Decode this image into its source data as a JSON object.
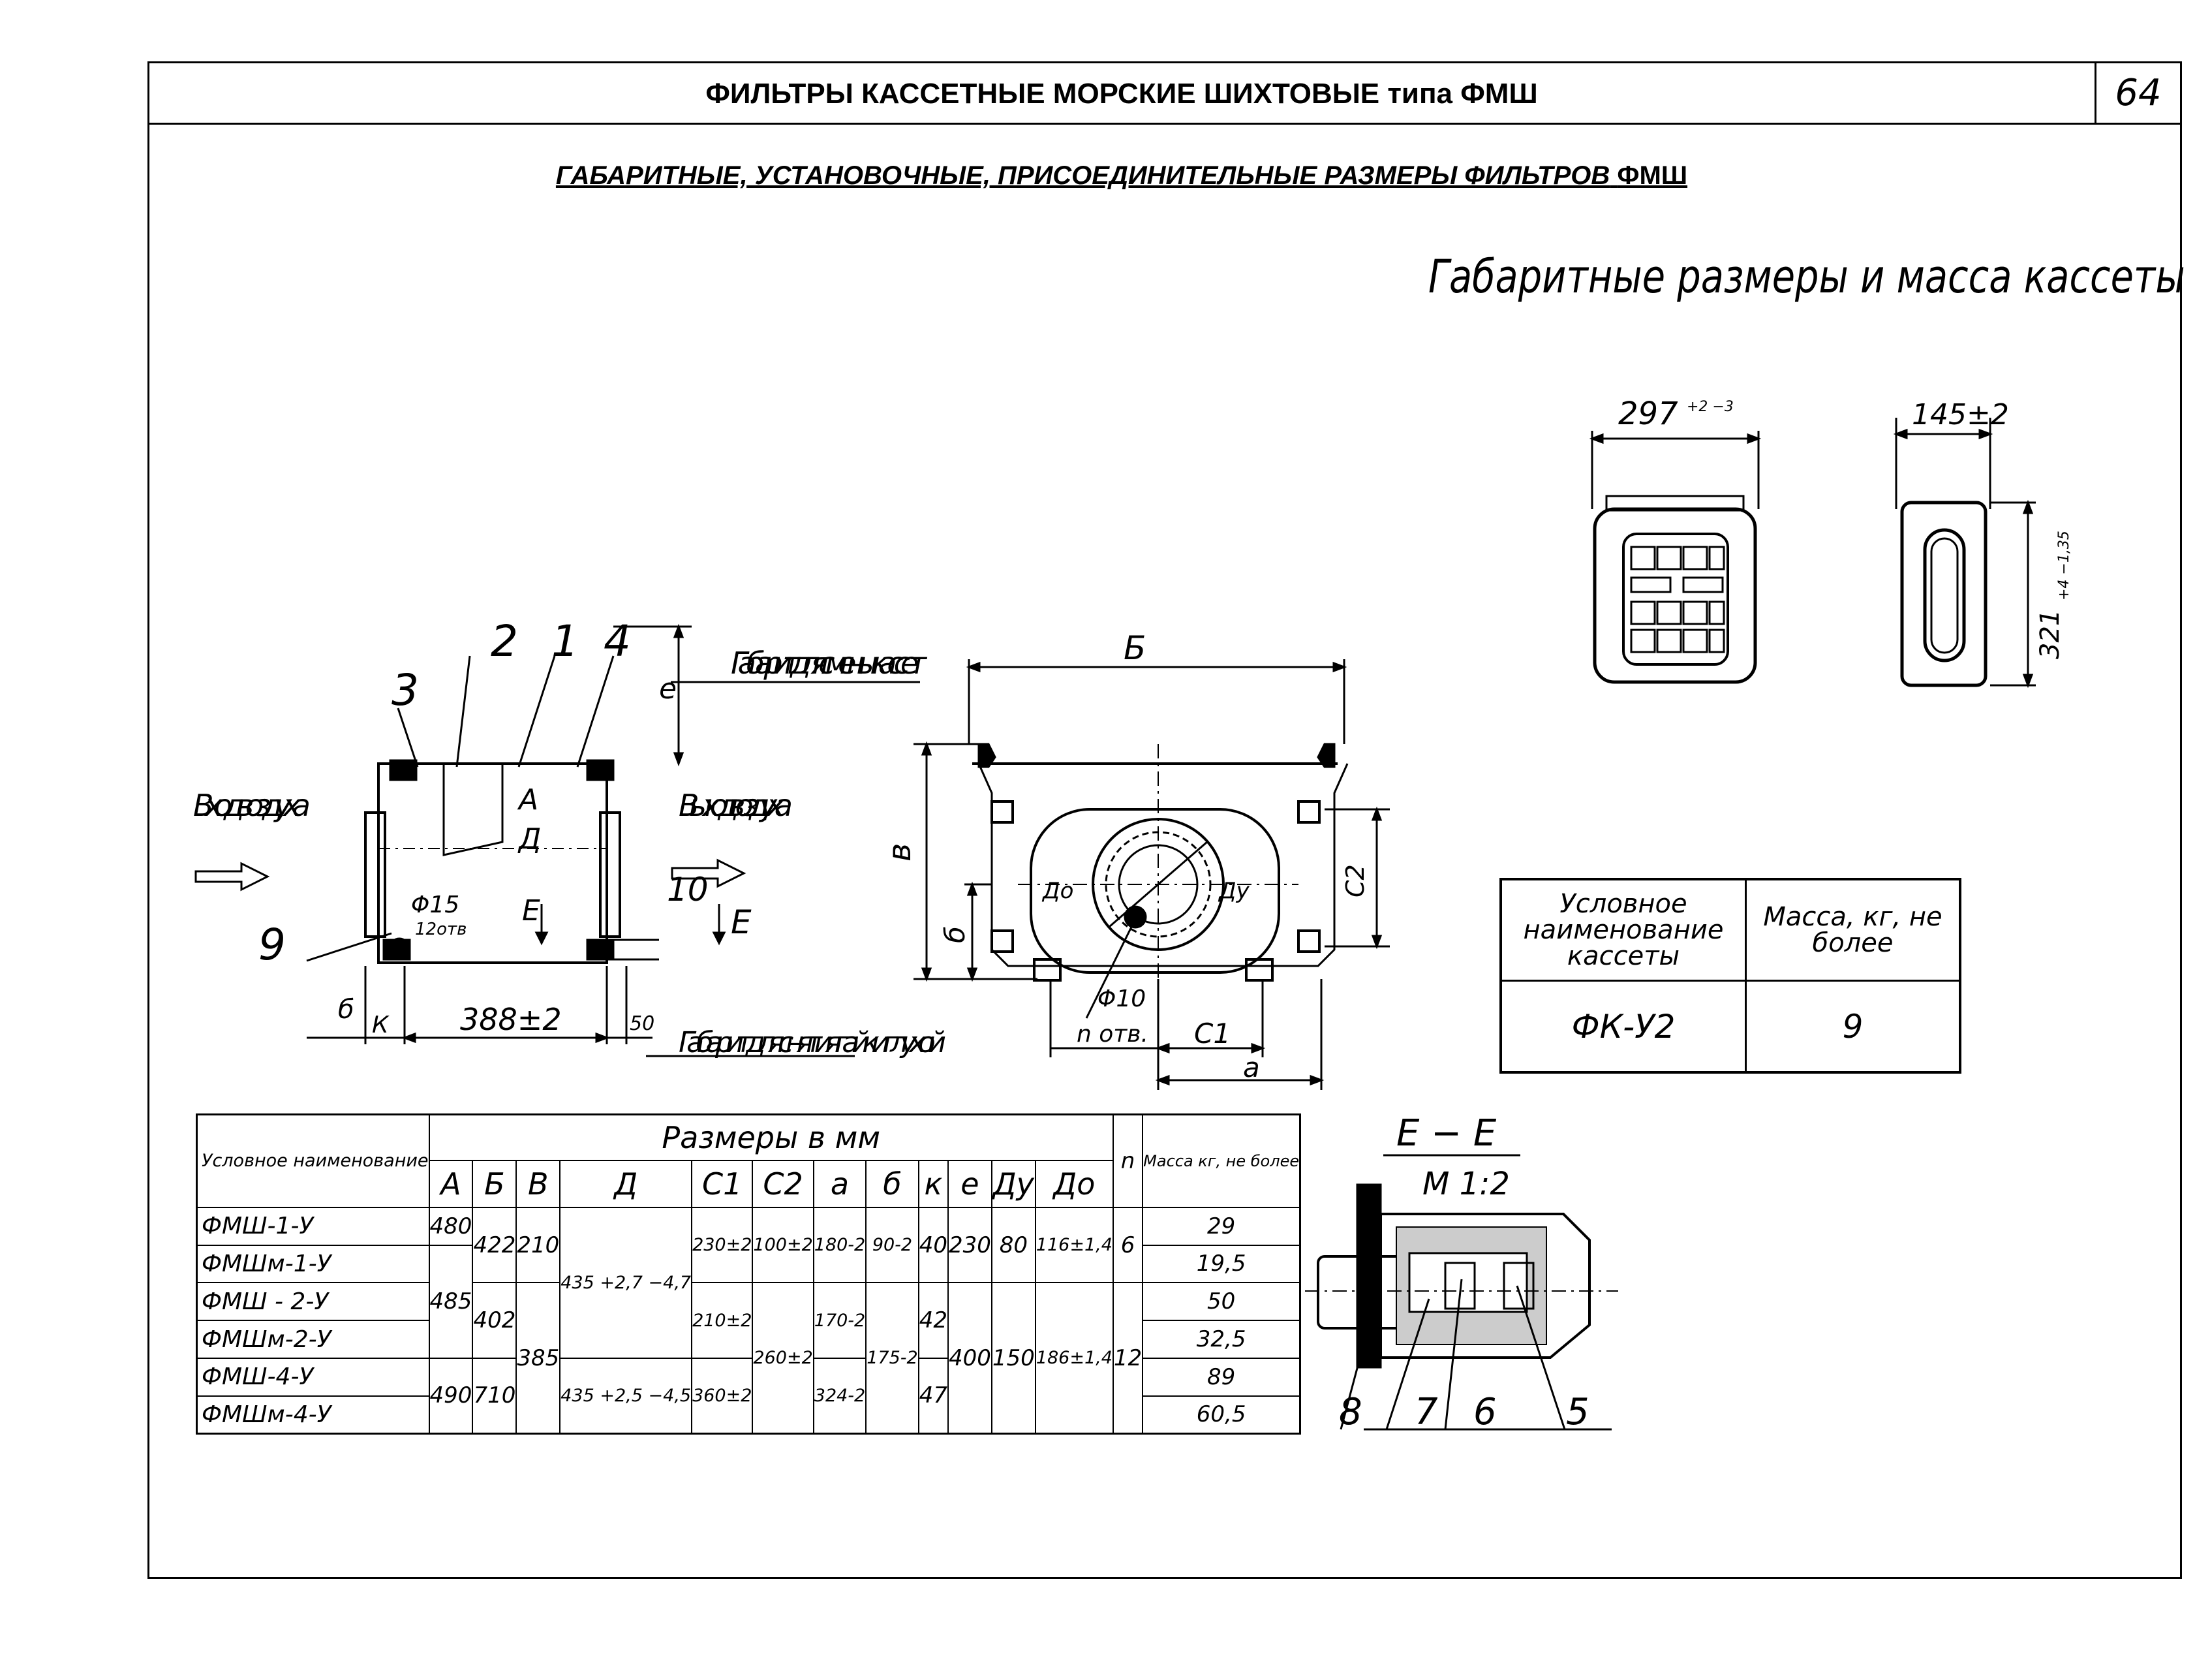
{
  "header": {
    "title": "ФИЛЬТРЫ КАССЕТНЫЕ МОРСКИЕ ШИХТОВЫЕ типа ФМШ",
    "page_number": "64"
  },
  "subtitle": {
    "text": "ГАБАРИТНЫЕ, УСТАНОВОЧНЫЕ, ПРИСОЕДИНИТЕЛЬНЫЕ РАЗМЕРЫ ФИЛЬТРОВ",
    "tail": "ФМШ"
  },
  "cassette": {
    "title": "Габаритные размеры и масса кассеты",
    "width_dim": "297",
    "width_tol": "+2 −3",
    "depth_dim": "145±2",
    "height_dim": "321",
    "height_tol": "+4 −1,35"
  },
  "side_view": {
    "labels": [
      "2",
      "1",
      "4",
      "3",
      "9",
      "10",
      "A",
      "Д",
      "E",
      "E"
    ],
    "inlet": "Вход воздуха",
    "outlet": "Выход воздуха",
    "hole": "Φ15",
    "hole_count": "12отв",
    "cassette_clearance": "Габарит для смены кассет",
    "nut_clearance": "Габарит для снятия гайки глухой",
    "dim_e": "e",
    "dim_b": "б",
    "dim_k": "К",
    "dim_length": "388±2",
    "dim_50": "50"
  },
  "front_view": {
    "dim_top": "Б",
    "dim_height": "в",
    "dim_lower": "б",
    "dim_c2": "C2",
    "dim_c1": "C1",
    "dim_a": "а",
    "d_outer": "Дo",
    "d_inner": "Дy",
    "hole": "Φ10",
    "hole_count": "n отв."
  },
  "section": {
    "title": "E − E",
    "scale": "M 1:2",
    "labels": [
      "8",
      "7",
      "6",
      "5"
    ]
  },
  "mass_table": {
    "col1_header": "Условное наименование кассеты",
    "col2_header": "Масса, кг, не более",
    "name": "ФК-У2",
    "mass": "9"
  },
  "dims_table": {
    "name_header": "Условное наименование",
    "group_header": "Размеры в мм",
    "columns": [
      "А",
      "Б",
      "В",
      "Д",
      "C1",
      "C2",
      "а",
      "б",
      "к",
      "е",
      "Ду",
      "До"
    ],
    "n_header": "n",
    "mass_header": "Масса кг, не более",
    "rows": [
      {
        "name": "ФМШ-1-У",
        "A": "480",
        "B": "422",
        "V": "210",
        "D": "435 +2,7 −4,7",
        "C1": "230±2",
        "C2": "100±2",
        "a": "180-2",
        "b": "90-2",
        "k": "40",
        "e": "230",
        "Dy": "80",
        "Do": "116±1,4",
        "n": "6",
        "mass": "29"
      },
      {
        "name": "ФМШм-1-У",
        "mass": "19,5"
      },
      {
        "name": "ФМШ - 2-У",
        "A": "485",
        "B": "402",
        "V": "385",
        "C1": "210±2",
        "C2": "260±2",
        "a": "170-2",
        "b": "175-2",
        "k": "42",
        "e": "400",
        "Dy": "150",
        "Do": "186±1,4",
        "n": "12",
        "mass": "50"
      },
      {
        "name": "ФМШм-2-У",
        "mass": "32,5"
      },
      {
        "name": "ФМШ-4-У",
        "A": "490",
        "B": "710",
        "D": "435 +2,5 −4,5",
        "C1": "360±2",
        "a": "324-2",
        "k": "47",
        "mass": "89"
      },
      {
        "name": "ФМШм-4-У",
        "mass": "60,5"
      }
    ]
  }
}
